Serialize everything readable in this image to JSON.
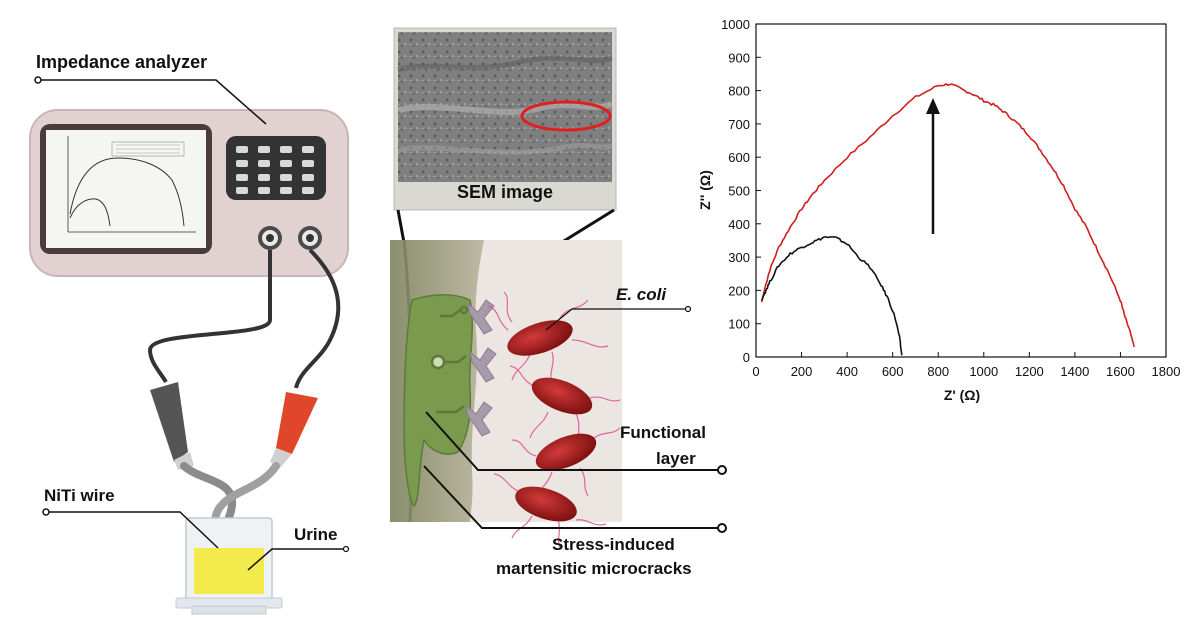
{
  "labels": {
    "impedance_analyzer": "Impedance analyzer",
    "sem_image": "SEM  image",
    "ecoli": "E. coli",
    "functional_line1": "Functional",
    "functional_line2": "layer",
    "stress_line1": "Stress-induced",
    "stress_line2": "martensitic microcracks",
    "niti_wire": "NiTi wire",
    "urine": "Urine"
  },
  "colors": {
    "device_body": "#e2d1d1",
    "device_frame": "#9a8282",
    "keypad": "#333333",
    "lead_black": "#555555",
    "lead_red": "#e0472a",
    "urine": "#f3ea3a",
    "bacteria": "#9e1a1a",
    "flagella": "#e0559a",
    "functional_layer": "#7a9a4e",
    "antibody": "#a89aaa",
    "sem_bg": "#7d7d7d",
    "series_red": "#d11f1f",
    "series_black": "#111111"
  },
  "chart_data": {
    "type": "line",
    "title": "",
    "xlabel": "Z' (Ω)",
    "ylabel": "Z'' (Ω)",
    "xlim": [
      0,
      1800
    ],
    "ylim": [
      0,
      1000
    ],
    "xticks": [
      0,
      200,
      400,
      600,
      800,
      1000,
      1200,
      1400,
      1600,
      1800
    ],
    "yticks": [
      0,
      100,
      200,
      300,
      400,
      500,
      600,
      700,
      800,
      900,
      1000
    ],
    "grid": false,
    "legend": "none",
    "annotation": "upward arrow from the black curve toward the red curve",
    "series": [
      {
        "color": "#d11f1f",
        "x": [
          25,
          40,
          60,
          100,
          150,
          200,
          250,
          300,
          400,
          500,
          600,
          700,
          800,
          850,
          900,
          950,
          1000,
          1050,
          1100,
          1150,
          1200,
          1250,
          1300,
          1350,
          1400,
          1450,
          1500,
          1550,
          1600,
          1620,
          1640,
          1660
        ],
        "y": [
          165,
          210,
          260,
          330,
          390,
          445,
          490,
          530,
          600,
          660,
          725,
          780,
          815,
          820,
          805,
          790,
          770,
          755,
          730,
          700,
          665,
          620,
          570,
          515,
          445,
          390,
          320,
          250,
          170,
          120,
          80,
          30
        ]
      },
      {
        "color": "#111111",
        "x": [
          25,
          40,
          60,
          100,
          150,
          200,
          250,
          300,
          350,
          400,
          450,
          500,
          550,
          580,
          610,
          630,
          640
        ],
        "y": [
          170,
          195,
          225,
          275,
          310,
          330,
          345,
          360,
          358,
          340,
          300,
          270,
          215,
          175,
          120,
          60,
          5
        ]
      }
    ]
  }
}
